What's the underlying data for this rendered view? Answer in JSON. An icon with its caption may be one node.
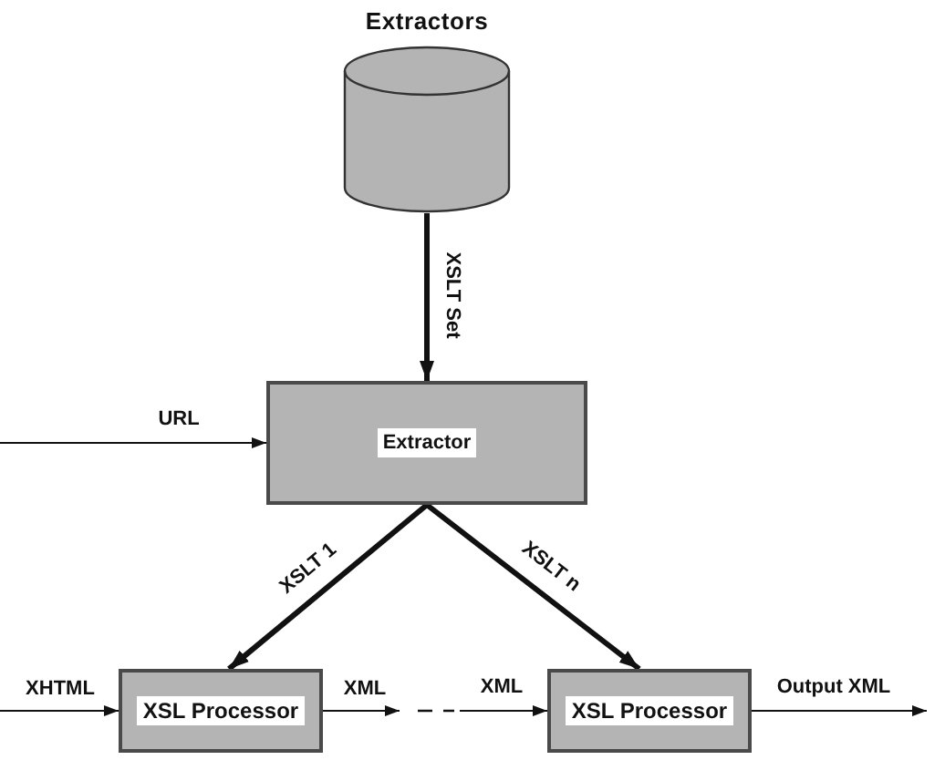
{
  "diagram": {
    "nodes": [
      {
        "text": [
          "Extractors"
        ]
      },
      {
        "text": [
          "Extractor"
        ]
      },
      {
        "text": [
          "XSL Processor"
        ]
      },
      {
        "text": [
          "XSL Processor"
        ]
      }
    ],
    "edges": [
      {
        "from": 0,
        "to": 1,
        "arrow": "to",
        "label": "XSLT Set",
        "style": "thick"
      },
      {
        "from": null,
        "to": 1,
        "arrow": "to",
        "label": "URL"
      },
      {
        "from": 1,
        "to": 2,
        "arrow": "to",
        "label": "XSLT 1",
        "style": "thick"
      },
      {
        "from": 1,
        "to": 3,
        "arrow": "to",
        "label": "XSLT n",
        "style": "thick"
      },
      {
        "from": null,
        "to": 2,
        "arrow": "to",
        "label": "XHTML"
      },
      {
        "from": 2,
        "to": null,
        "arrow": "to",
        "label": "XML"
      },
      {
        "from": null,
        "to": 3,
        "arrow": "to",
        "label": "XML"
      },
      {
        "from": 3,
        "to": null,
        "arrow": "to",
        "label": "Output XML"
      }
    ]
  }
}
